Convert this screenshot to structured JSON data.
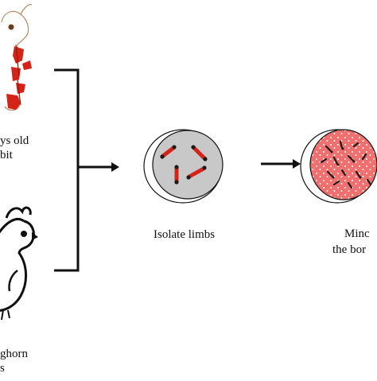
{
  "labels": {
    "rabbit_line1": "ys old",
    "rabbit_line2": "bit",
    "isolate": "Isolate limbs",
    "mince_line1": "Minc",
    "mince_line2": "the bor",
    "chicken_line1": "ghorn",
    "chicken_line2": "s"
  },
  "colors": {
    "bone_red": "#d42418",
    "bone_dark": "#1a1a1a",
    "dish_gray": "#c8c8c8",
    "dish_pink": "#f07070",
    "line": "#111111"
  },
  "icons": {
    "rabbit": "rabbit-icon",
    "chicken": "chicken-icon",
    "dish_limbs": "petri-dish-limbs-icon",
    "dish_minced": "petri-dish-minced-icon"
  }
}
